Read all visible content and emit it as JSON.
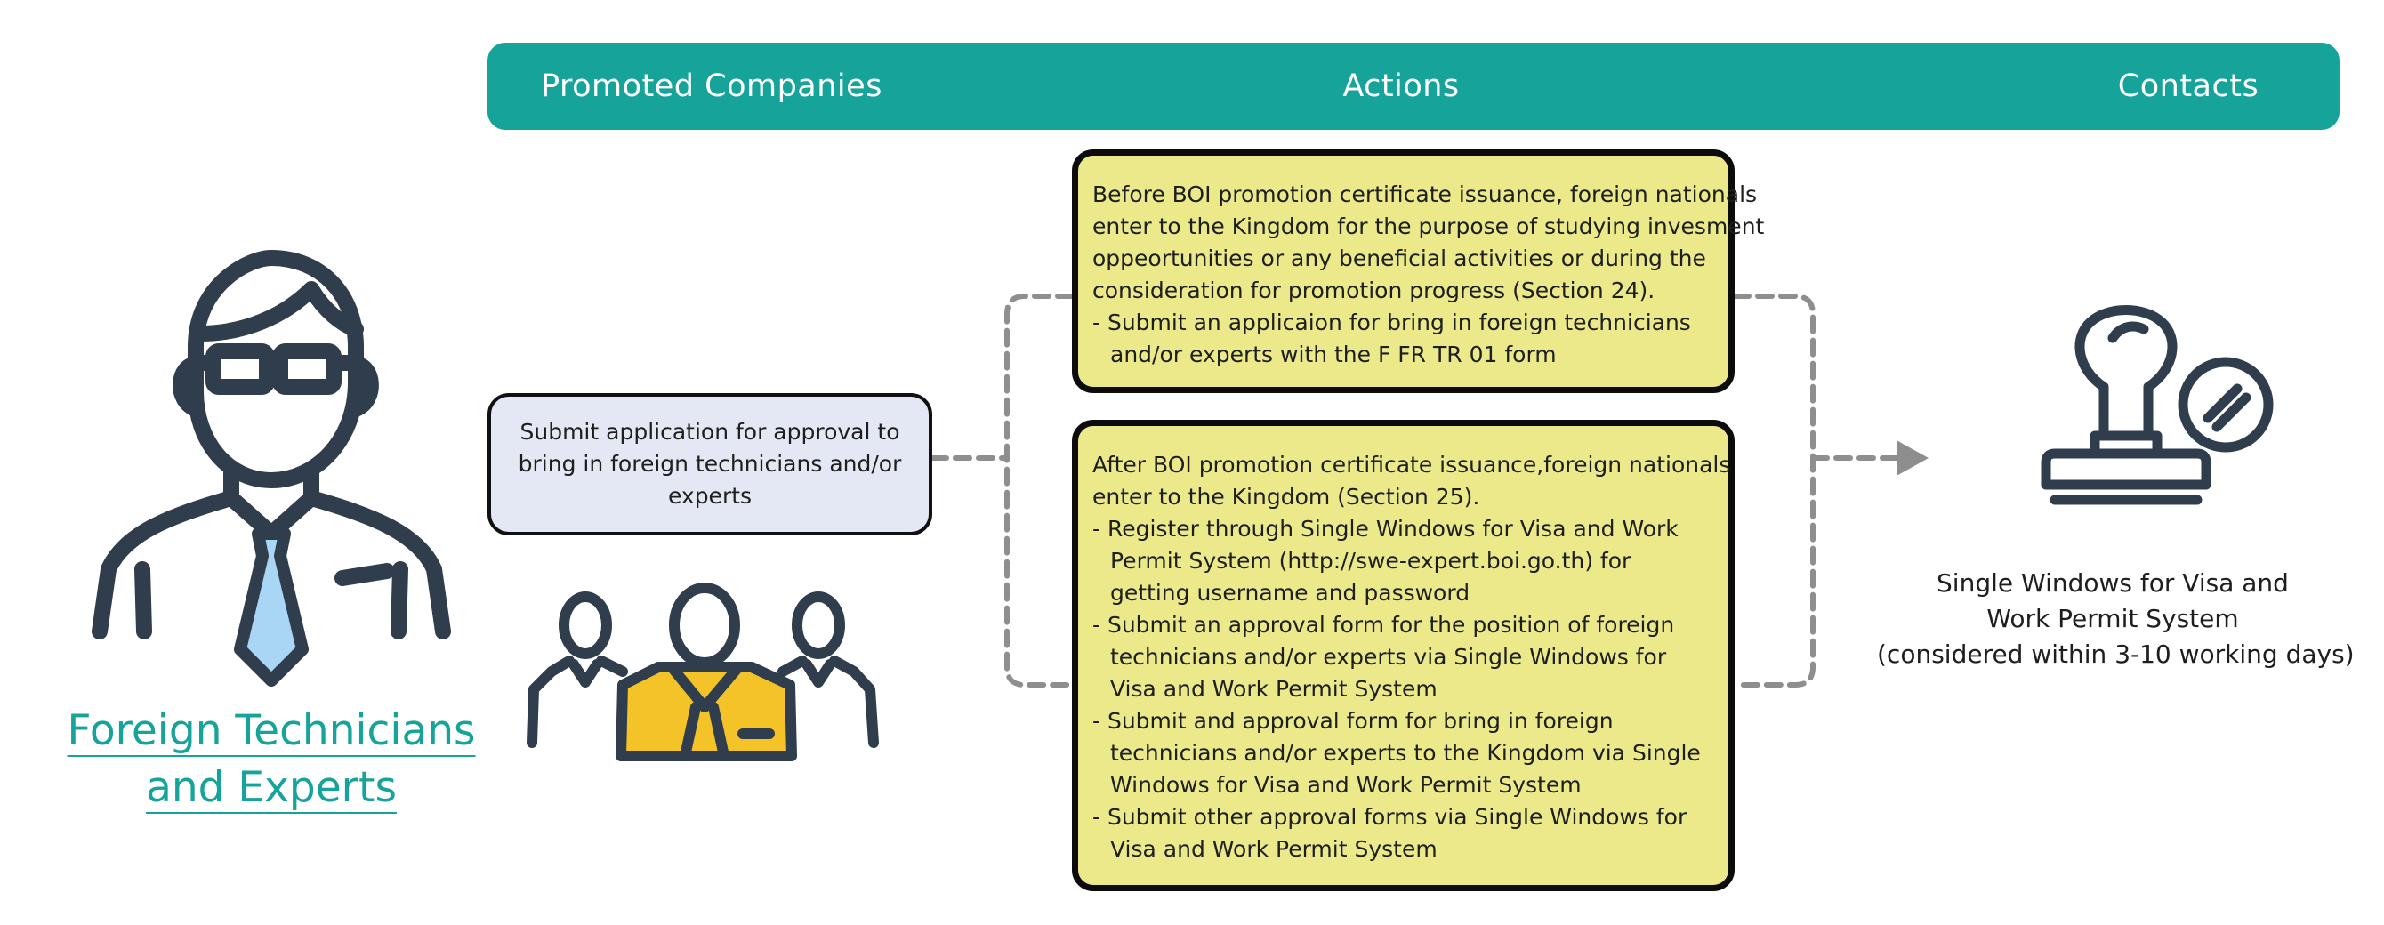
{
  "header": {
    "col_left": "Promoted Companies",
    "col_mid": "Actions",
    "col_right": "Contacts"
  },
  "submit_box": {
    "text": "Submit application for approval to bring in foreign technicians and/or experts"
  },
  "action_top": {
    "lines": [
      "Before BOI promotion certificate issuance, foreign nationals",
      "enter to the Kingdom for the purpose of studying invesment",
      "oppeortunities or any beneficial activities or during the",
      "consideration for promotion progress (Section 24)."
    ],
    "items": [
      "- Submit an applicaion for bring in foreign technicians and/or experts with the F FR TR 01 form"
    ]
  },
  "action_bottom": {
    "lines": [
      "After BOI promotion certificate issuance,foreign nationals",
      "enter to the Kingdom (Section 25)."
    ],
    "items": [
      "- Register through Single Windows for Visa and Work Permit System (http://swe-expert.boi.go.th) for getting username and password",
      "- Submit an approval form for the position of foreign technicians and/or experts via  Single Windows for Visa and Work Permit System",
      "- Submit and approval form for bring in foreign technicians and/or experts to the Kingdom via  Single Windows for Visa and Work Permit System",
      "- Submit other approval forms via Single Windows for Visa and Work Permit System"
    ]
  },
  "contact": {
    "line1": "Single Windows for Visa and",
    "line2": "Work Permit System",
    "line3": "(considered within 3-10 working days)"
  },
  "person_label": {
    "line1": "Foreign Technicians",
    "line2": "and Experts"
  },
  "icons": {
    "person": "businessman-icon",
    "team": "team-icon",
    "stamp": "stamp-icon"
  },
  "colors": {
    "teal": "#15a39a",
    "yellow_box": "#ece98b",
    "submit_box": "#e4e8f5",
    "icon_dark": "#2f3d4c",
    "tie_blue": "#a9d6f5",
    "team_yellow": "#f4c327",
    "dash_gray": "#8e8e8e"
  }
}
